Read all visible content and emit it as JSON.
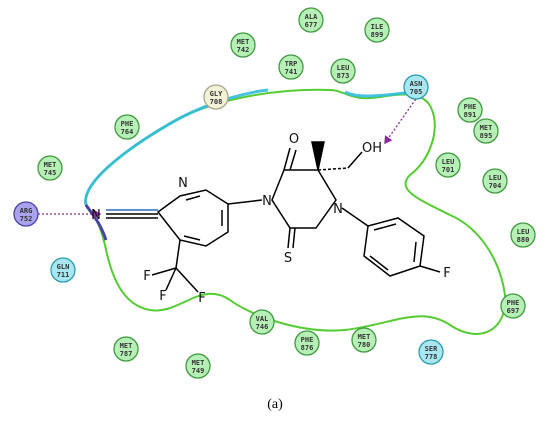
{
  "caption": "(a)",
  "residues": [
    {
      "name": "ALA",
      "num": "677",
      "kind": "hydrophobic"
    },
    {
      "name": "ILE",
      "num": "899",
      "kind": "hydrophobic"
    },
    {
      "name": "MET",
      "num": "742",
      "kind": "hydrophobic"
    },
    {
      "name": "TRP",
      "num": "741",
      "kind": "hydrophobic"
    },
    {
      "name": "LEU",
      "num": "873",
      "kind": "hydrophobic"
    },
    {
      "name": "ASN",
      "num": "705",
      "kind": "polar"
    },
    {
      "name": "GLY",
      "num": "708",
      "kind": "glycine"
    },
    {
      "name": "PHE",
      "num": "764",
      "kind": "hydrophobic"
    },
    {
      "name": "PHE",
      "num": "891",
      "kind": "hydrophobic"
    },
    {
      "name": "MET",
      "num": "895",
      "kind": "hydrophobic"
    },
    {
      "name": "MET",
      "num": "745",
      "kind": "hydrophobic"
    },
    {
      "name": "LEU",
      "num": "701",
      "kind": "hydrophobic"
    },
    {
      "name": "LEU",
      "num": "704",
      "kind": "hydrophobic"
    },
    {
      "name": "ARG",
      "num": "752",
      "kind": "positive"
    },
    {
      "name": "LEU",
      "num": "880",
      "kind": "hydrophobic"
    },
    {
      "name": "GLN",
      "num": "711",
      "kind": "polar"
    },
    {
      "name": "PHE",
      "num": "697",
      "kind": "hydrophobic"
    },
    {
      "name": "VAL",
      "num": "746",
      "kind": "hydrophobic"
    },
    {
      "name": "PHE",
      "num": "876",
      "kind": "hydrophobic"
    },
    {
      "name": "MET",
      "num": "780",
      "kind": "hydrophobic"
    },
    {
      "name": "SER",
      "num": "778",
      "kind": "polar"
    },
    {
      "name": "MET",
      "num": "787",
      "kind": "hydrophobic"
    },
    {
      "name": "MET",
      "num": "749",
      "kind": "hydrophobic"
    }
  ],
  "atoms": {
    "n_nitrile": "N",
    "n_pyridine": "N",
    "n_imid1": "N",
    "n_imid2": "N",
    "o_carbonyl": "O",
    "oh": "OH",
    "s": "S",
    "f_cf3_a": "F",
    "f_cf3_b": "F",
    "f_cf3_c": "F",
    "f_aryl": "F"
  },
  "colors": {
    "hydrophobic_fill": "#b6f0b6",
    "hydrophobic_stroke": "#3f9a3f",
    "polar_fill": "#a8e6f0",
    "polar_stroke": "#2a9bb0",
    "positive_fill": "#a9a2ec",
    "positive_stroke": "#4a43a8",
    "glycine_fill": "#f3f1d6",
    "glycine_stroke": "#a8a68a",
    "pocket_line": "#55cc33",
    "exposure": "#33bbdd",
    "hbond": "#8a2b9a",
    "bond": "#000000"
  }
}
